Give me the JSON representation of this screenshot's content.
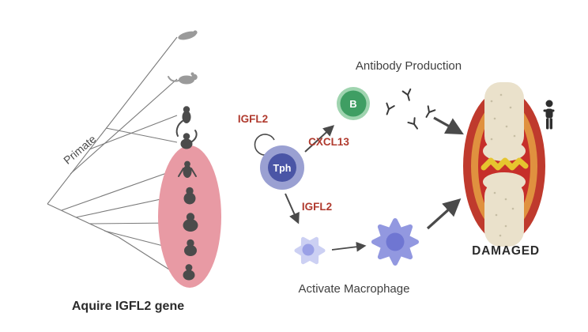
{
  "phylogeny": {
    "clade_label": "Primate",
    "caption": "Aquire IGFL2 gene",
    "species_icons": [
      "worm-icon",
      "mouse-icon",
      "lemur-icon",
      "monkey-icon",
      "gibbon-icon",
      "orangutan-icon",
      "gorilla-icon",
      "chimpanzee-icon",
      "bonobo-icon"
    ]
  },
  "pathway": {
    "autocrine_label": "IGFL2",
    "tph_label": "Tph",
    "cxcl13_label": "CXCL13",
    "b_label": "B",
    "antibody_caption": "Antibody Production",
    "macrophage_signal_label": "IGFL2",
    "macrophage_caption": "Activate Macrophage"
  },
  "joint": {
    "status_label": "DAMAGED"
  },
  "colors": {
    "highlight_text": "#b03a2e",
    "caption_text": "#3f3f3f",
    "primate_ellipse": "#e89aa4",
    "silhouette": "#9a9a9a",
    "silhouette_primate": "#4b4b4b",
    "tph_outer": "#9aa0d2",
    "tph_inner": "#4a55a6",
    "b_ring": "#9fd4af",
    "b_cell": "#3f9e63",
    "macrophage_small": "#ccd0f3",
    "macrophage_small_nucleus": "#9aa0e6",
    "macrophage_large": "#9298e0",
    "macrophage_large_nucleus": "#6f76d2",
    "joint_outer": "#bf3a2d",
    "joint_inner": "#e0913f",
    "joint_core": "#c62f2a",
    "bone": "#eae1cb",
    "cartilage": "#e6c52f",
    "figure": "#2e2e2e"
  }
}
